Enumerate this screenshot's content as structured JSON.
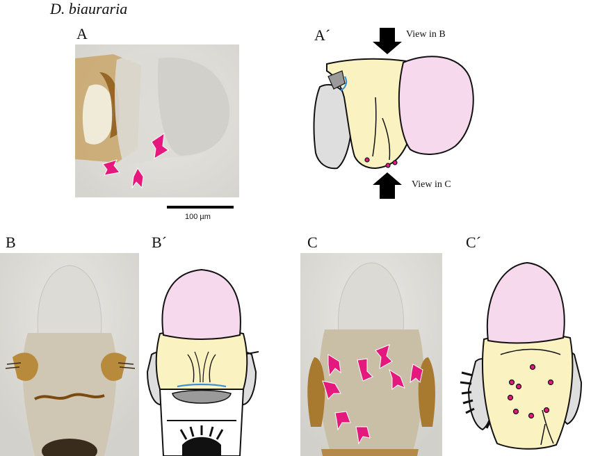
{
  "species": "D. biauraria",
  "panels": {
    "a": "A",
    "a_prime": "A´",
    "b": "B",
    "b_prime": "B´",
    "c": "C",
    "c_prime": "C´"
  },
  "annotations": {
    "view_in_b": "View in B",
    "view_in_c": "View in C"
  },
  "scale_bar": {
    "label": "100 µm"
  },
  "colors": {
    "magenta_arrow": "#e5197d",
    "pink_fill": "#f6d9ec",
    "cream_fill": "#fbf2c2",
    "gray_fill": "#dedede",
    "blue_line": "#3b8fd6"
  },
  "icons": {
    "arrow_marker": "magenta-chevron-arrow-icon",
    "view_arrow": "black-block-arrow-icon"
  }
}
